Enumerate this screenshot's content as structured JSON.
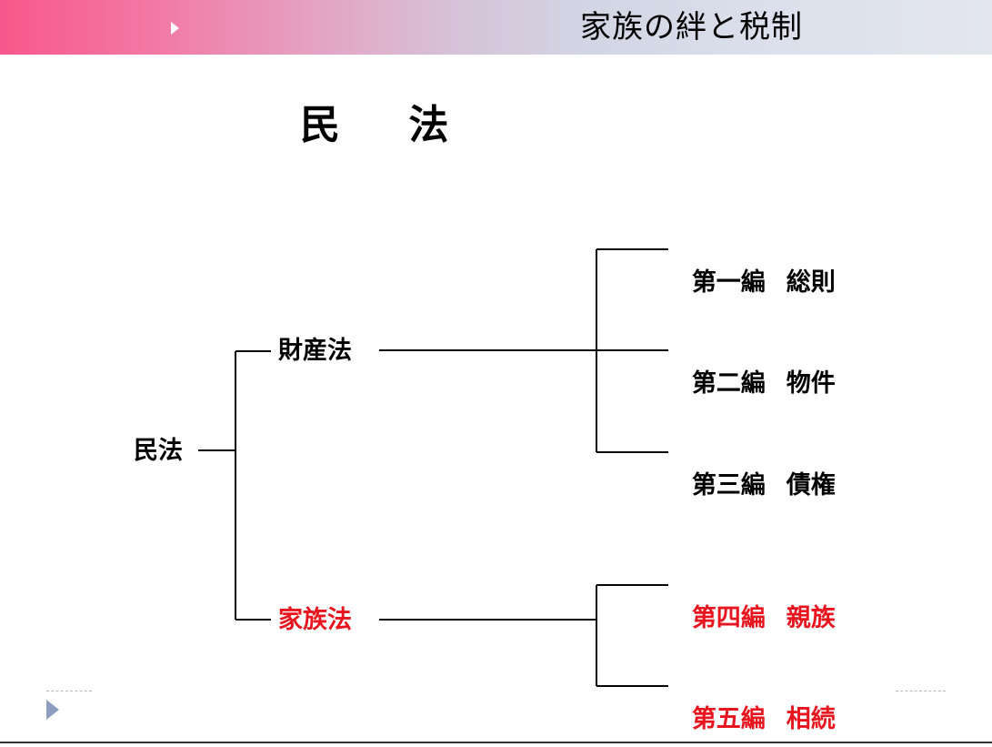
{
  "header": {
    "title": "家族の絆と税制"
  },
  "slide": {
    "title": "民 法"
  },
  "diagram": {
    "root": "民法",
    "branches": [
      {
        "label": "財産法",
        "color": "#000000",
        "children": [
          "第一編 総則",
          "第二編 物件",
          "第三編 債権"
        ]
      },
      {
        "label": "家族法",
        "color": "#e8141e",
        "children": [
          "第四編 親族",
          "第五編 相続"
        ]
      }
    ]
  },
  "colors": {
    "header_gradient_start": "#f8578c",
    "header_gradient_end": "#e3e6ee",
    "highlight": "#e8141e",
    "footer_arrow": "#8e9ec0"
  },
  "icons": {
    "header": "triangle-right-icon",
    "footer": "triangle-right-icon"
  }
}
